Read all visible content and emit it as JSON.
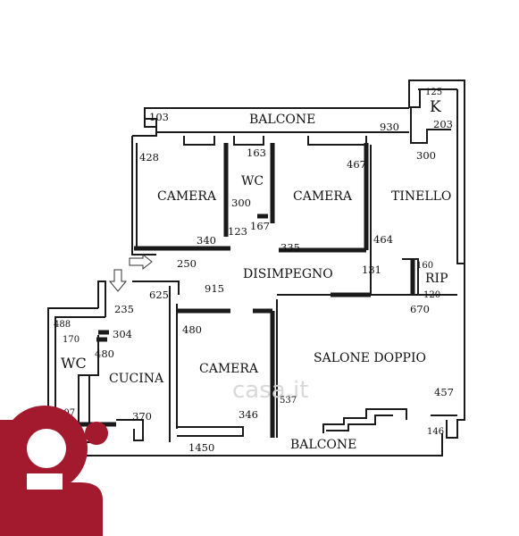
{
  "rooms": {
    "camera_1": "CAMERA",
    "wc_1": "WC",
    "camera_2": "CAMERA",
    "tinello": "TINELLO",
    "k": "K",
    "disimpegno": "DISIMPEGNO",
    "rip": "RIP",
    "wc_2": "WC",
    "cucina": "CUCINA",
    "camera_3": "CAMERA",
    "salone": "SALONE DOPPIO",
    "balcone_top": "BALCONE",
    "balcone_bottom": "BALCONE"
  },
  "dimensions": {
    "d103": "103",
    "d930": "930",
    "d125": "125",
    "d203": "203",
    "d428": "428",
    "d163": "163",
    "d467": "467",
    "d300a": "300",
    "d300b": "300",
    "d167": "167",
    "d340": "340",
    "d123": "123",
    "d335": "335",
    "d464": "464",
    "d250": "250",
    "d131": "131",
    "d160": "160",
    "d120": "120",
    "d625": "625",
    "d915": "915",
    "d670": "670",
    "d235": "235",
    "d488": "488",
    "d170": "170",
    "d304": "304",
    "d480a": "480",
    "d480b": "480",
    "d537": "537",
    "d457": "457",
    "d107": "107",
    "d370": "370",
    "d346": "346",
    "d146": "146",
    "d1450": "1450"
  },
  "watermark": "casa.it",
  "logo_color": "#a3192e"
}
